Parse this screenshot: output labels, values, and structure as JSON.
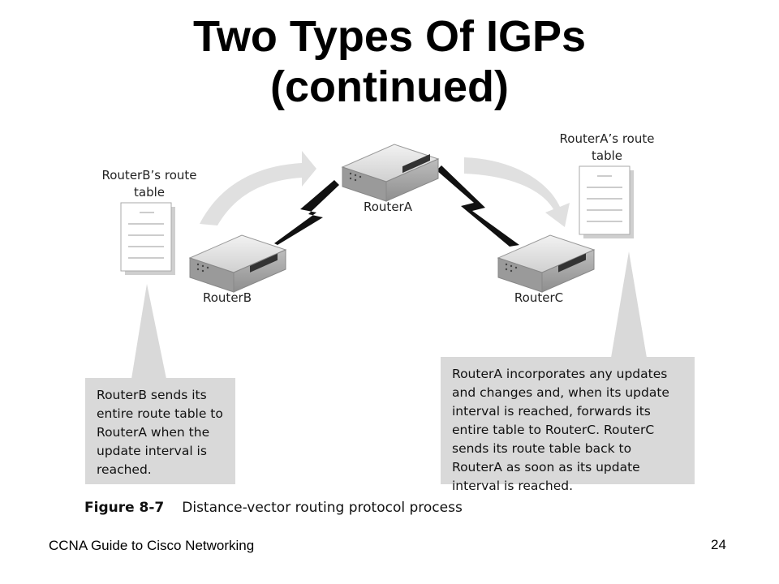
{
  "slide": {
    "title_line1": "Two Types Of IGPs",
    "title_line2": "(continued)",
    "footer_left": "CCNA Guide to Cisco Networking",
    "page_number": "24"
  },
  "diagram": {
    "routers": {
      "a": "RouterA",
      "b": "RouterB",
      "c": "RouterC"
    },
    "tables": {
      "b_label": "RouterB’s route table",
      "a_label": "RouterA’s route table"
    },
    "callouts": {
      "left": "RouterB sends its entire route table to RouterA when the update interval is reached.",
      "right": "RouterA incorporates any updates and changes and, when its update interval is reached, forwards its entire table to RouterC. RouterC sends its route table back to RouterA as soon as its update interval is reached."
    },
    "caption_number": "Figure 8-7",
    "caption_text": "Distance-vector routing protocol process"
  },
  "colors": {
    "callout_fill": "#d9d9d9",
    "arrow_fill": "#e0e0e0",
    "router_body": "#c8c8c8"
  }
}
